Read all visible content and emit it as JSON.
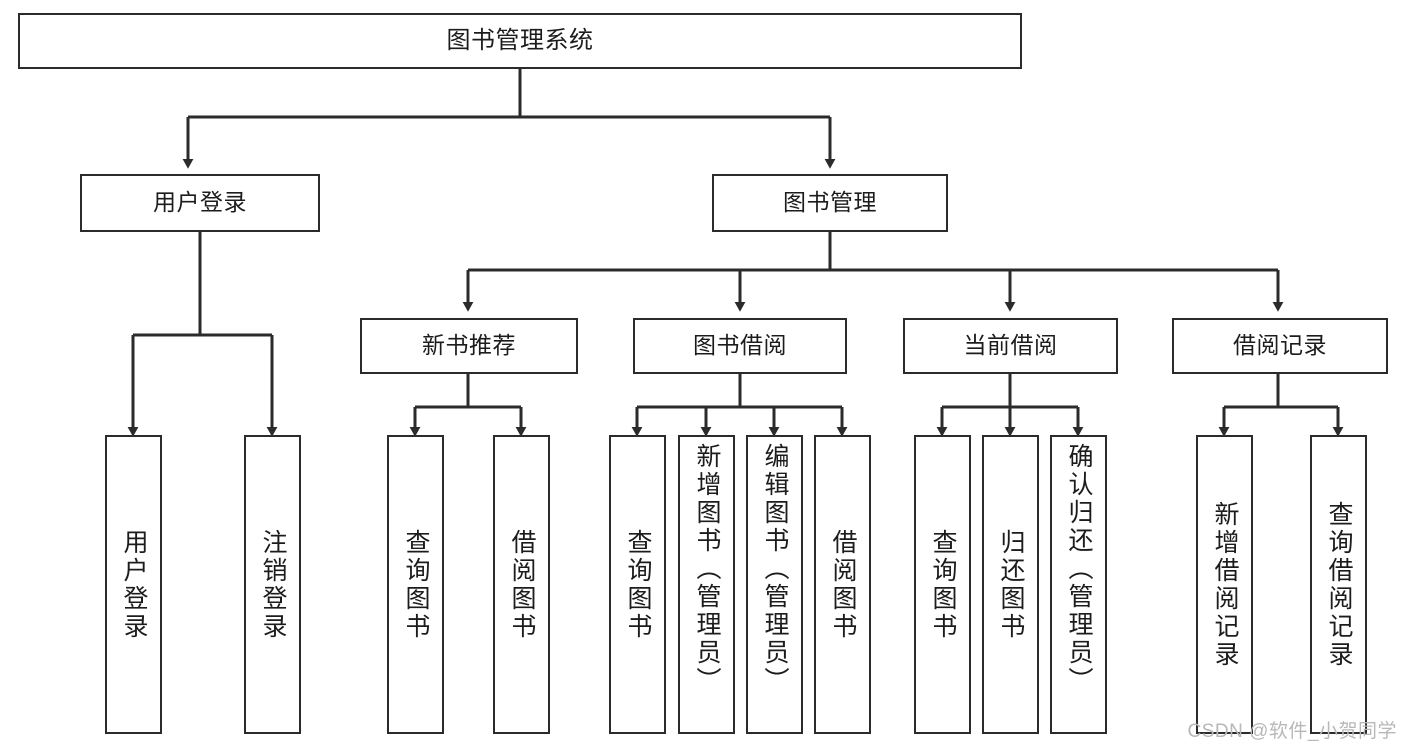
{
  "diagram": {
    "title": "图书管理系统",
    "type": "hierarchy-tree",
    "watermark": "CSDN @软件_小贺同学",
    "colors": {
      "stroke": "#2b2b2b",
      "fill": "#ffffff",
      "text": "#1c1c1c",
      "watermark": "#b8b8b8"
    },
    "root": {
      "label": "图书管理系统"
    },
    "level2": [
      {
        "label": "用户登录"
      },
      {
        "label": "图书管理"
      }
    ],
    "level3": [
      {
        "label": "新书推荐"
      },
      {
        "label": "图书借阅"
      },
      {
        "label": "当前借阅"
      },
      {
        "label": "借阅记录"
      }
    ],
    "leaves": {
      "user_login": [
        {
          "label": "用户登录"
        },
        {
          "label": "注销登录"
        }
      ],
      "new_book_recommend": [
        {
          "label": "查询图书"
        },
        {
          "label": "借阅图书"
        }
      ],
      "book_borrow": [
        {
          "label": "查询图书"
        },
        {
          "label": "新增图书（管理员）"
        },
        {
          "label": "编辑图书（管理员）"
        },
        {
          "label": "借阅图书"
        }
      ],
      "current_borrow": [
        {
          "label": "查询图书"
        },
        {
          "label": "归还图书"
        },
        {
          "label": "确认归还（管理员）"
        }
      ],
      "borrow_record": [
        {
          "label": "新增借阅记录"
        },
        {
          "label": "查询借阅记录"
        }
      ]
    }
  }
}
